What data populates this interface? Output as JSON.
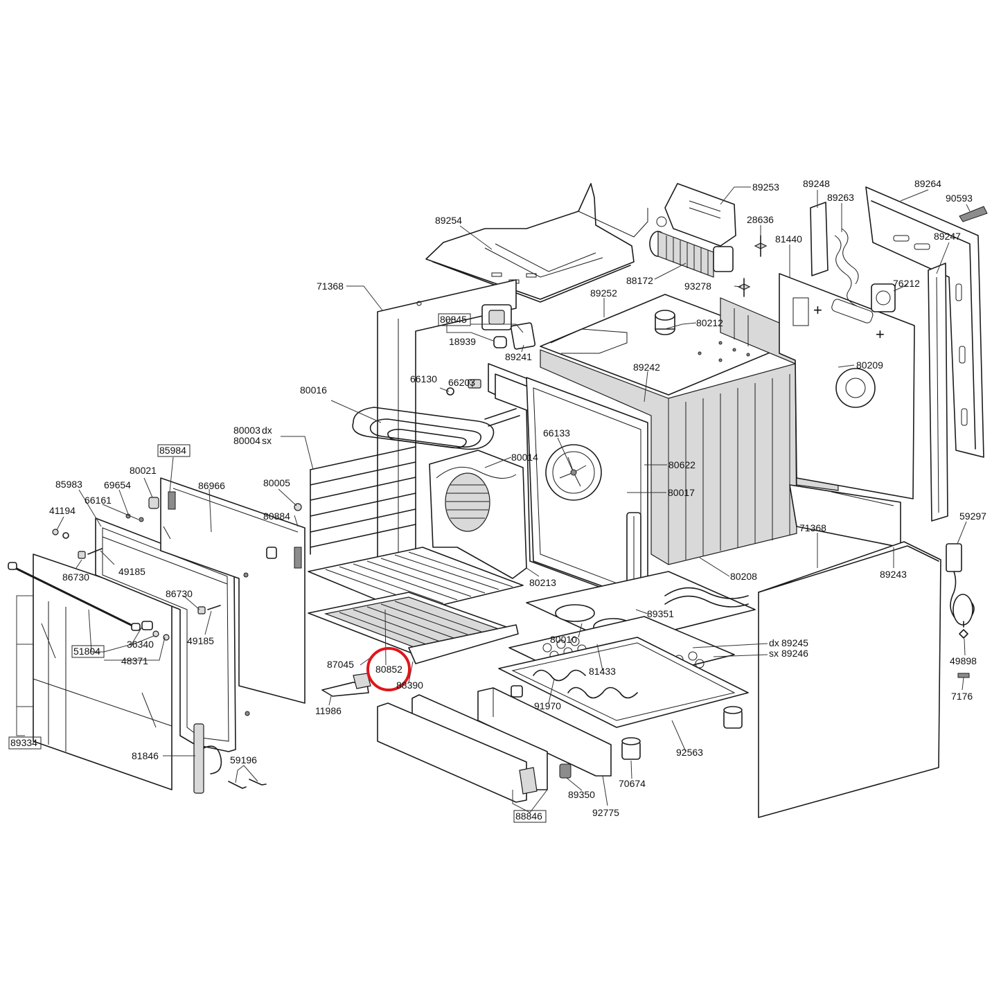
{
  "labels": {
    "p89253": "89253",
    "p89248": "89248",
    "p89264": "89264",
    "p89263": "89263",
    "p90593": "90593",
    "p89254": "89254",
    "p28636": "28636",
    "p81440": "81440",
    "p89247": "89247",
    "p71368a": "71368",
    "p88172": "88172",
    "p93278": "93278",
    "p76212": "76212",
    "p89252": "89252",
    "p80845": "80845",
    "p80212": "80212",
    "p18939": "18939",
    "p89241": "89241",
    "p80209": "80209",
    "p89242": "89242",
    "p66203": "66203",
    "p66130": "66130",
    "p80016": "80016",
    "p80003": "80003",
    "p80003_suffix": "dx",
    "p80004": "80004",
    "p80004_suffix": "sx",
    "p66133": "66133",
    "p80014": "80014",
    "p80622": "80622",
    "p85984": "85984",
    "p80021": "80021",
    "p85983": "85983",
    "p69654": "69654",
    "p86966": "86966",
    "p80005": "80005",
    "p80017": "80017",
    "p66161": "66161",
    "p59297": "59297",
    "p41194": "41194",
    "p80884": "80884",
    "p71368b": "71368",
    "p49185a": "49185",
    "p86730a": "86730",
    "p80213": "80213",
    "p80208": "80208",
    "p89243": "89243",
    "p86730b": "86730",
    "p89351": "89351",
    "p49185b": "49185",
    "p36340": "36340",
    "p80010": "80010",
    "p89245_prefix": "dx",
    "p89245": "89245",
    "p89246_prefix": "sx",
    "p89246": "89246",
    "p51804": "51804",
    "p48371": "48371",
    "p87045": "87045",
    "p80852": "80852",
    "p81433": "81433",
    "p49898": "49898",
    "p88390": "88390",
    "p7176": "7176",
    "p11986": "11986",
    "p91970": "91970",
    "p89334": "89334",
    "p81846": "81846",
    "p92563": "92563",
    "p59196": "59196",
    "p70674": "70674",
    "p89350": "89350",
    "p88846": "88846",
    "p92775": "92775"
  },
  "highlight": {
    "color": "#e0151b",
    "part": "80852"
  }
}
